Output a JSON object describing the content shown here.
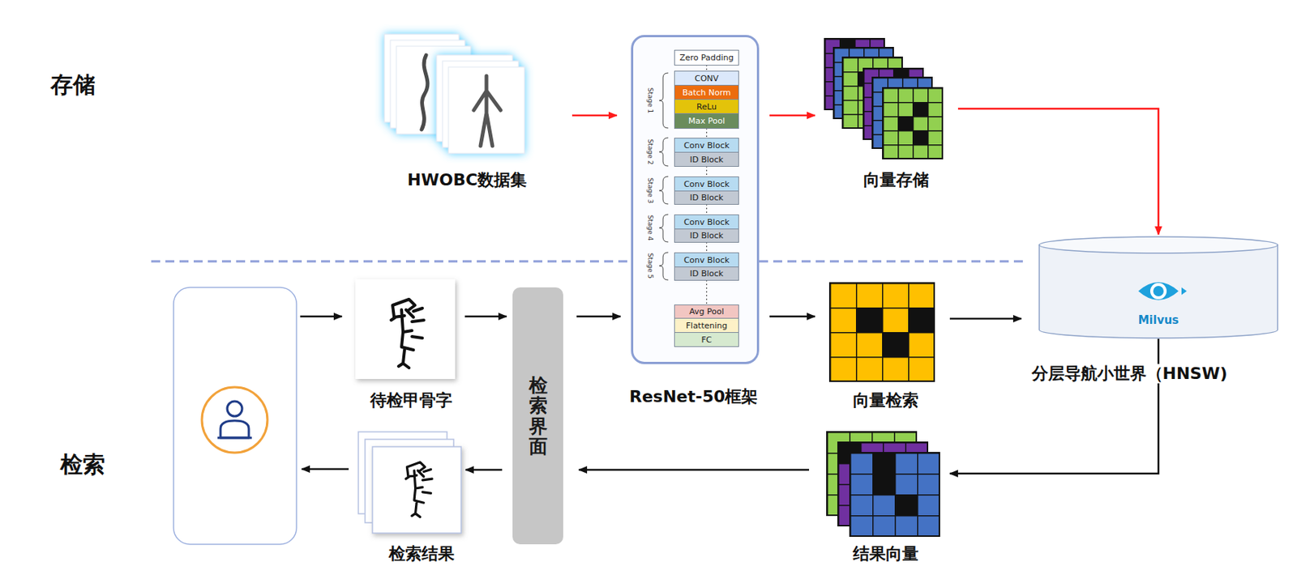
{
  "diagram": {
    "nodes": [
      {
        "text": [
          "HWOBC数据集"
        ]
      },
      {
        "text": [
          "ResNet-50框架"
        ]
      },
      {
        "text": [
          "Zero Padding"
        ],
        "in": 1
      },
      {
        "text": [
          "CONV"
        ],
        "in": 1
      },
      {
        "text": [
          "Batch Norm"
        ],
        "in": 1
      },
      {
        "text": [
          "ReLu"
        ],
        "in": 1
      },
      {
        "text": [
          "Max Pool"
        ],
        "in": 1
      },
      {
        "text": [
          "Conv Block"
        ],
        "in": 1
      },
      {
        "text": [
          "ID Block"
        ],
        "in": 1
      },
      {
        "text": [
          "Conv Block"
        ],
        "in": 1
      },
      {
        "text": [
          "ID Block"
        ],
        "in": 1
      },
      {
        "text": [
          "Conv Block"
        ],
        "in": 1
      },
      {
        "text": [
          "ID Block"
        ],
        "in": 1
      },
      {
        "text": [
          "Conv Block"
        ],
        "in": 1
      },
      {
        "text": [
          "ID Block"
        ],
        "in": 1
      },
      {
        "text": [
          "Avg Pool"
        ],
        "in": 1
      },
      {
        "text": [
          "Flattening"
        ],
        "in": 1
      },
      {
        "text": [
          "FC"
        ],
        "in": 1
      },
      {
        "text": [
          "向量存储"
        ]
      },
      {
        "text": [
          "待检甲骨字"
        ]
      },
      {
        "text": [
          "检索界面"
        ]
      },
      {
        "text": [
          "向量检索"
        ]
      },
      {
        "text": [
          "Milvus",
          "分层导航小世界（HNSW)"
        ]
      },
      {
        "text": [
          "检索结果"
        ]
      },
      {
        "text": [
          "结果向量"
        ]
      }
    ],
    "edges": [
      {
        "from": 0,
        "to": 1,
        "arrow": "to"
      },
      {
        "from": 1,
        "to": 18,
        "arrow": "to"
      },
      {
        "from": 18,
        "to": 22,
        "arrow": "to"
      },
      {
        "from": 19,
        "to": 20,
        "arrow": "to"
      },
      {
        "from": 20,
        "to": 1,
        "arrow": "to"
      },
      {
        "from": 1,
        "to": 21,
        "arrow": "to"
      },
      {
        "from": 21,
        "to": 22,
        "arrow": "to"
      },
      {
        "from": 22,
        "to": 24,
        "arrow": "to"
      },
      {
        "from": 24,
        "to": 20,
        "arrow": "to"
      },
      {
        "from": 20,
        "to": 23,
        "arrow": "to"
      }
    ],
    "labels": [
      "存储",
      "Stage 1",
      "Stage 2",
      "Stage 3",
      "Stage 4",
      "Stage 5",
      "检索"
    ]
  }
}
